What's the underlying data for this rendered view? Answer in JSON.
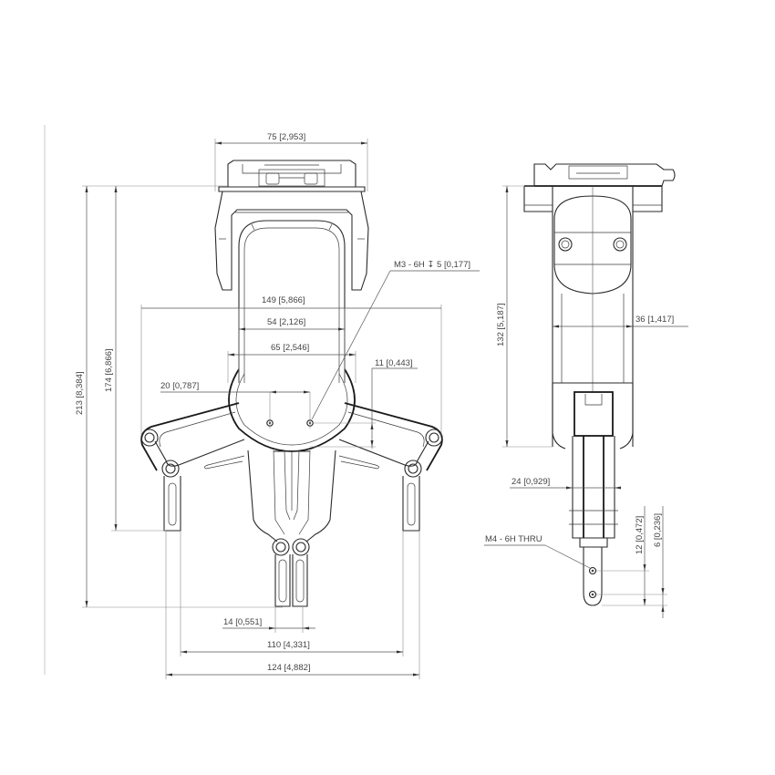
{
  "drawing": {
    "type": "technical-drawing",
    "views": [
      "front-view",
      "side-view"
    ],
    "colors": {
      "line": "#2a2a2a",
      "dimension": "#555555",
      "text": "#444444",
      "background": "#ffffff"
    }
  },
  "front_view": {
    "dimensions": {
      "top_width": {
        "mm": "75",
        "in": "2,953",
        "label": "75 [2,953]"
      },
      "total_height": {
        "mm": "213",
        "in": "8,384",
        "label": "213 [8,384]"
      },
      "inner_height": {
        "mm": "174",
        "in": "6,866",
        "label": "174 [6,866]"
      },
      "jaw_span": {
        "mm": "149",
        "in": "5,866",
        "label": "149 [5,866]"
      },
      "body_inner": {
        "mm": "54",
        "in": "2,126",
        "label": "54 [2,126]"
      },
      "body_outer": {
        "mm": "65",
        "in": "2,546",
        "label": "65 [2,546]"
      },
      "hole_spacing": {
        "mm": "20",
        "in": "0,787",
        "label": "20 [0,787]"
      },
      "hole_offset": {
        "mm": "11",
        "in": "0,443",
        "label": "11 [0,443]"
      },
      "finger_gap": {
        "mm": "14",
        "in": "0,551",
        "label": "14 [0,551]"
      },
      "outer_finger_inner": {
        "mm": "110",
        "in": "4,331",
        "label": "110 [4,331]"
      },
      "outer_finger_outer": {
        "mm": "124",
        "in": "4,882",
        "label": "124 [4,882]"
      }
    },
    "callouts": {
      "thread_hole": "M3 - 6H ↧ 5 [0,177]"
    }
  },
  "side_view": {
    "dimensions": {
      "height": {
        "mm": "132",
        "in": "5,187",
        "label": "132 [5,187]"
      },
      "width": {
        "mm": "36",
        "in": "1,417",
        "label": "36 [1,417]"
      },
      "finger_width": {
        "mm": "24",
        "in": "0,929",
        "label": "24 [0,929]"
      },
      "hole_to_tip": {
        "mm": "12",
        "in": "0,472",
        "label": "12 [0,472]"
      },
      "hole_spacing": {
        "mm": "6",
        "in": "0,236",
        "label": "6 [0,236]"
      }
    },
    "callouts": {
      "thru_hole": "M4 - 6H THRU"
    }
  }
}
